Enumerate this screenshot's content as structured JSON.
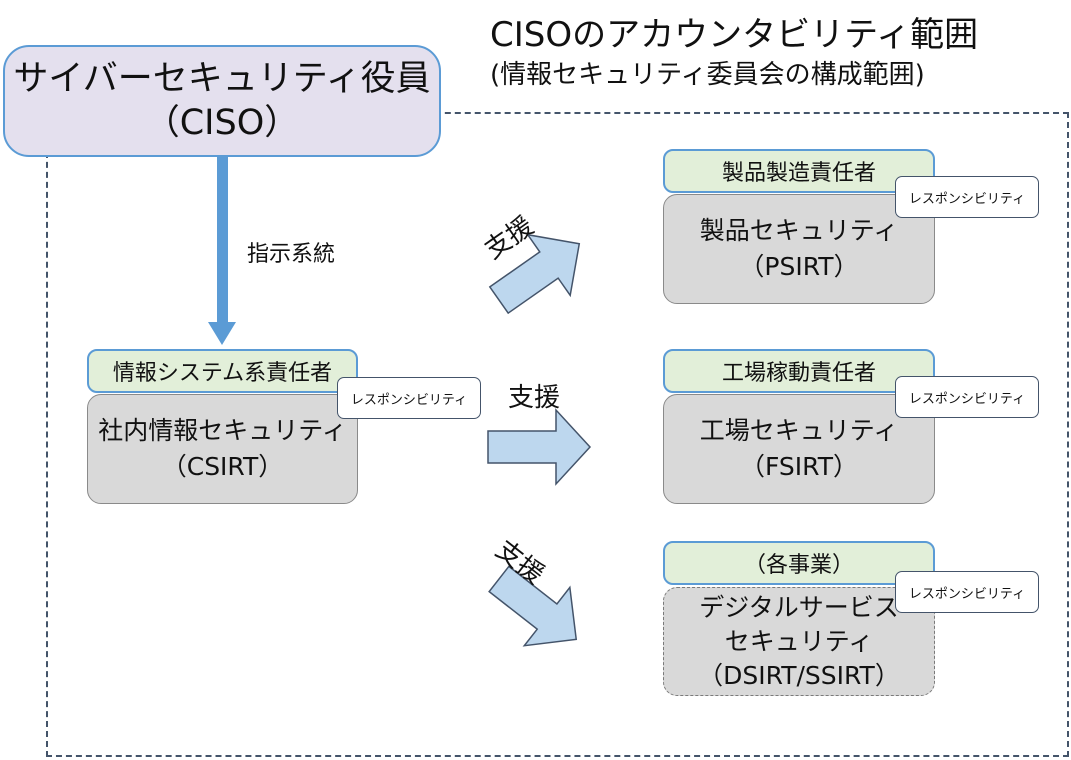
{
  "scope": {
    "title": "CISOのアカウンタビリティ範囲",
    "subtitle": "(情報セキュリティ委員会の構成範囲)"
  },
  "ciso": {
    "line1": "サイバーセキュリティ役員",
    "line2": "（CISO）"
  },
  "command_label": "指示系統",
  "csirt": {
    "header": "情報システム系責任者",
    "badge": "レスポンシビリティ",
    "line1": "社内情報セキュリティ",
    "line2": "（CSIRT）"
  },
  "psirt": {
    "header": "製品製造責任者",
    "badge": "レスポンシビリティ",
    "line1": "製品セキュリティ",
    "line2": "（PSIRT）"
  },
  "fsirt": {
    "header": "工場稼動責任者",
    "badge": "レスポンシビリティ",
    "line1": "工場セキュリティ",
    "line2": "（FSIRT）"
  },
  "dsirt": {
    "header": "（各事業）",
    "badge": "レスポンシビリティ",
    "line1": "デジタルサービス",
    "line2": "セキュリティ",
    "line3": "（DSIRT/SSIRT）"
  },
  "support": {
    "upper": "支援",
    "middle": "支援",
    "lower": "支援"
  },
  "colors": {
    "arrow_fill": "#bdd7ee",
    "arrow_stroke": "#44546a",
    "command_arrow": "#5b9bd5",
    "header_fill": "#e2efd9",
    "box_fill": "#d9d9d9",
    "ciso_fill": "#e4e0ee"
  }
}
